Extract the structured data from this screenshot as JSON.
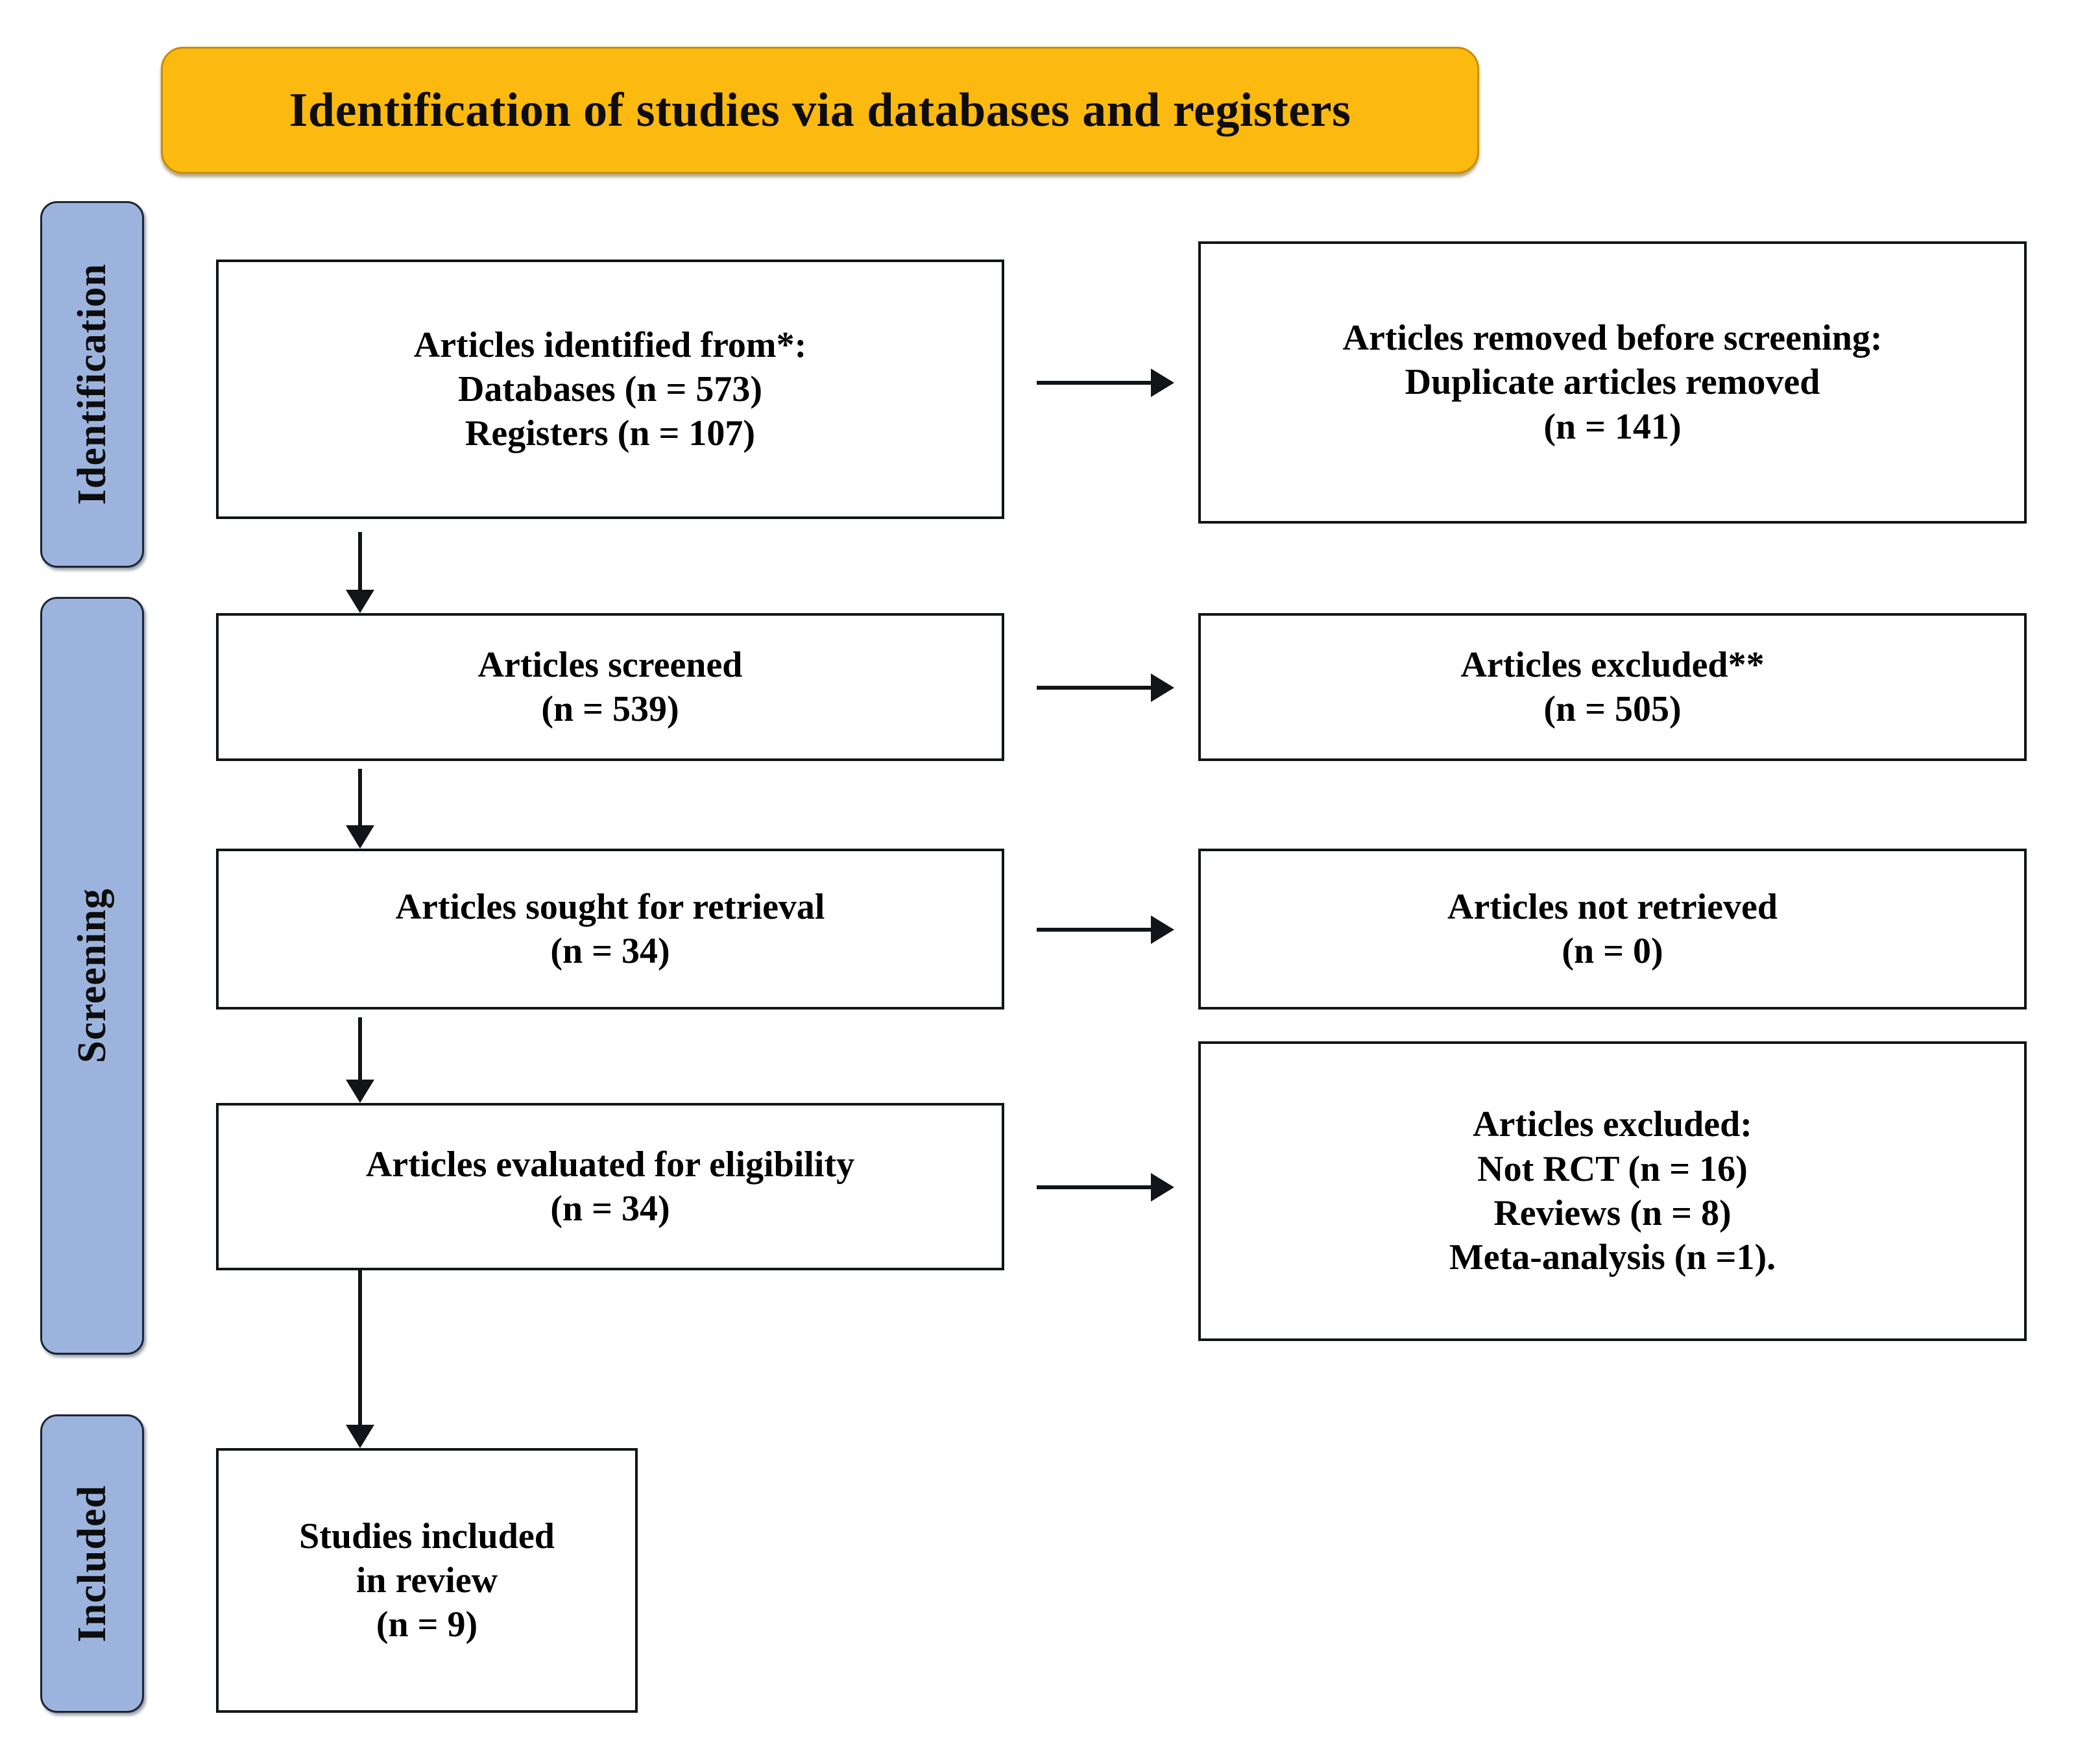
{
  "banner": {
    "title": "Identification of studies via databases and registers",
    "color": "#fcb90f",
    "border_color": "#c98e06"
  },
  "stages": {
    "color": "#9cb4dd",
    "items": [
      {
        "id": "identification",
        "label": "Identification"
      },
      {
        "id": "screening",
        "label": "Screening"
      },
      {
        "id": "included",
        "label": "Included"
      }
    ]
  },
  "boxes": {
    "identified": {
      "lines": [
        "Articles identified from*:",
        "Databases (n = 573)",
        "Registers (n = 107)"
      ]
    },
    "removed": {
      "line1_normal": "Articles removed ",
      "line1_italic": "before screening:",
      "line2": "Duplicate articles removed",
      "line3": "(n = 141)"
    },
    "screened": {
      "lines": [
        "Articles screened",
        "(n = 539)"
      ]
    },
    "excluded_screened": {
      "lines": [
        "Articles excluded**",
        "(n = 505)"
      ]
    },
    "sought": {
      "lines": [
        "Articles sought for retrieval",
        "(n = 34)"
      ]
    },
    "not_retrieved": {
      "lines": [
        "Articles not retrieved",
        "(n = 0)"
      ]
    },
    "evaluated": {
      "lines": [
        "Articles evaluated for eligibility",
        "(n = 34)"
      ]
    },
    "excluded_eligibility": {
      "lines": [
        "Articles excluded:",
        "Not RCT  (n = 16)",
        "Reviews (n = 8)",
        "Meta-analysis (n =1)."
      ]
    },
    "included": {
      "lines": [
        "Studies included",
        "in review",
        "(n = 9)"
      ]
    }
  },
  "chart_data": {
    "type": "diagram",
    "title": "Identification of studies via databases and registers",
    "nodes": [
      {
        "id": "identified",
        "stage": "Identification",
        "label": "Articles identified from*",
        "databases": 573,
        "registers": 107
      },
      {
        "id": "removed",
        "stage": "Identification",
        "label": "Articles removed before screening: Duplicate articles removed",
        "n": 141
      },
      {
        "id": "screened",
        "stage": "Screening",
        "label": "Articles screened",
        "n": 539
      },
      {
        "id": "excluded_screened",
        "stage": "Screening",
        "label": "Articles excluded**",
        "n": 505
      },
      {
        "id": "sought",
        "stage": "Screening",
        "label": "Articles sought for retrieval",
        "n": 34
      },
      {
        "id": "not_retrieved",
        "stage": "Screening",
        "label": "Articles not retrieved",
        "n": 0
      },
      {
        "id": "evaluated",
        "stage": "Screening",
        "label": "Articles evaluated for eligibility",
        "n": 34
      },
      {
        "id": "excluded_eligibility",
        "stage": "Screening",
        "label": "Articles excluded",
        "not_rct": 16,
        "reviews": 8,
        "meta_analysis": 1
      },
      {
        "id": "included",
        "stage": "Included",
        "label": "Studies included in review",
        "n": 9
      }
    ],
    "edges": [
      {
        "from": "identified",
        "to": "removed"
      },
      {
        "from": "identified",
        "to": "screened"
      },
      {
        "from": "screened",
        "to": "excluded_screened"
      },
      {
        "from": "screened",
        "to": "sought"
      },
      {
        "from": "sought",
        "to": "not_retrieved"
      },
      {
        "from": "sought",
        "to": "evaluated"
      },
      {
        "from": "evaluated",
        "to": "excluded_eligibility"
      },
      {
        "from": "evaluated",
        "to": "included"
      }
    ]
  }
}
